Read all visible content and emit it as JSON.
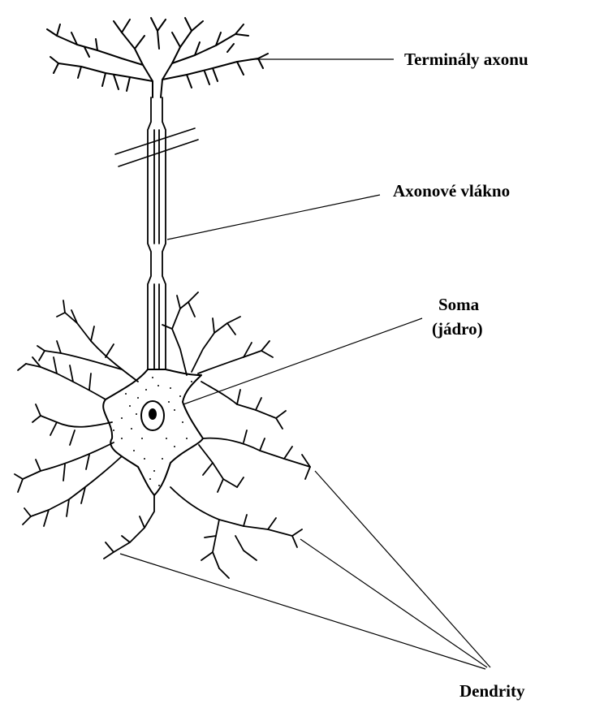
{
  "labels": {
    "axon_terminals": "Terminály axonu",
    "axon_fiber": "Axonové vlákno",
    "soma_line1": "Soma",
    "soma_line2": "(jádro)",
    "dendrites": "Dendrity"
  },
  "colors": {
    "ink": "#000000",
    "background": "#ffffff"
  }
}
